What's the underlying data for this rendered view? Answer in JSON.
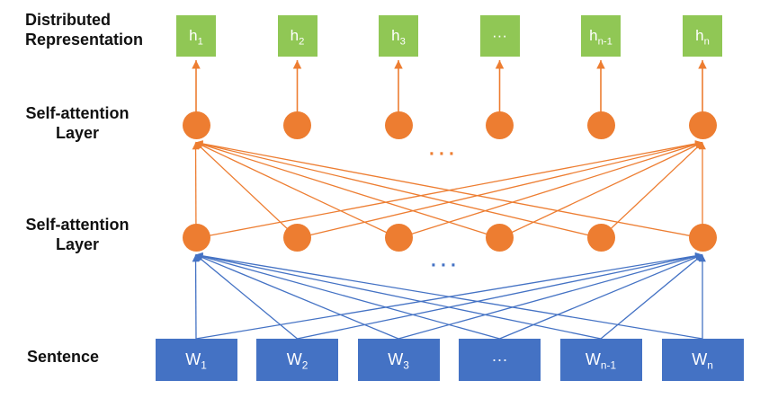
{
  "labels": {
    "distributed_representation": "Distributed\nRepresentation",
    "self_attention_layer": "Self-attention\nLayer",
    "sentence": "Sentence"
  },
  "colors": {
    "node_green": "#90C755",
    "node_orange": "#ED7D31",
    "node_blue": "#4472C4",
    "label_text": "#111111",
    "node_text": "#ffffff"
  },
  "nodes": {
    "distributed": [
      {
        "base": "h",
        "sub": "1"
      },
      {
        "base": "h",
        "sub": "2"
      },
      {
        "base": "h",
        "sub": "3"
      },
      {
        "base": "···",
        "sub": ""
      },
      {
        "base": "h",
        "sub": "n-1"
      },
      {
        "base": "h",
        "sub": "n"
      }
    ],
    "sentence": [
      {
        "base": "W",
        "sub": "1"
      },
      {
        "base": "W",
        "sub": "2"
      },
      {
        "base": "W",
        "sub": "3"
      },
      {
        "base": "···",
        "sub": ""
      },
      {
        "base": "W",
        "sub": "n-1"
      },
      {
        "base": "W",
        "sub": "n"
      }
    ]
  },
  "ellipsis": {
    "between_attention_layers": "···",
    "between_sentence_and_attention": "···"
  }
}
